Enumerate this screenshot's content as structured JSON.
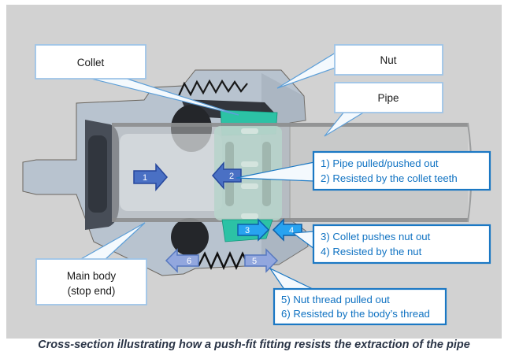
{
  "figure": {
    "caption": "Cross-section illustrating how a push-fit fitting resists the extraction of the pipe"
  },
  "labels": {
    "collet": "Collet",
    "nut": "Nut",
    "pipe": "Pipe",
    "main_body_line1": "Main body",
    "main_body_line2": "(stop end)"
  },
  "notes": {
    "box12_line1": "1) Pipe pulled/pushed out",
    "box12_line2": "2) Resisted by the collet teeth",
    "box34_line1": "3) Collet pushes nut out",
    "box34_line2": "4) Resisted by the nut",
    "box56_line1": "5) Nut thread pulled out",
    "box56_line2": "6) Resisted by the body’s thread"
  },
  "arrows": [
    {
      "label": "1",
      "direction": "right",
      "meaning": "pipe pulled/pushed out"
    },
    {
      "label": "2",
      "direction": "left",
      "meaning": "resisted by the collet teeth"
    },
    {
      "label": "3",
      "direction": "right",
      "meaning": "collet pushes nut out"
    },
    {
      "label": "4",
      "direction": "left",
      "meaning": "resisted by the nut"
    },
    {
      "label": "5",
      "direction": "right",
      "meaning": "nut thread pulled out"
    },
    {
      "label": "6",
      "direction": "left",
      "meaning": "resisted by the body's thread"
    }
  ],
  "colors": {
    "photo_background": "#d2d2d2",
    "note_border_blue": "#1b78c4",
    "note_text_blue": "#0f72c2",
    "label_border_blue": "#9ec5e8",
    "arrow_12_fill": "#4a70c4",
    "arrow_34_fill": "#28a3f0",
    "arrow_56_fill": "#92a7de",
    "collet_teal": "#2cc2a5",
    "body_metal": "#b8c3cf",
    "caption_color": "#2a3446"
  }
}
